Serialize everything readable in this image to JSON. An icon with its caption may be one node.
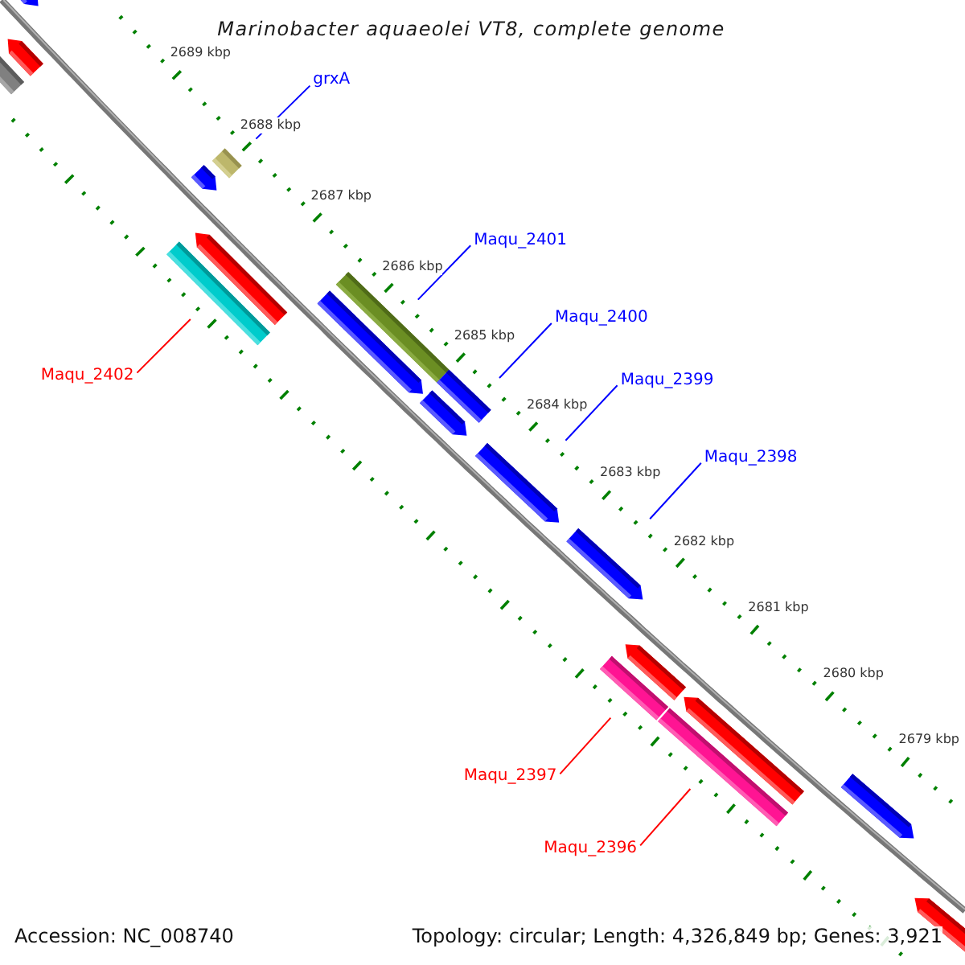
{
  "diagram": {
    "title": "Marinobacter aquaeolei VT8, complete genome",
    "nodes": [
      {
        "text": [],
        "shape": "pentagon"
      },
      {
        "text": [],
        "shape": "pentagon"
      },
      {
        "text": [],
        "shape": "bar"
      },
      {
        "text": [
          "grxA"
        ]
      },
      {
        "text": [],
        "shape": "pentagon"
      },
      {
        "text": [],
        "shape": "bar"
      },
      {
        "text": [],
        "shape": "pentagon"
      },
      {
        "text": [],
        "shape": "bar"
      },
      {
        "text": [
          "Maqu_2401"
        ]
      },
      {
        "text": [],
        "shape": "bar"
      },
      {
        "text": [],
        "shape": "pentagon"
      },
      {
        "text": [
          "Maqu_2400"
        ]
      },
      {
        "text": [
          "Maqu_2402"
        ]
      },
      {
        "text": [],
        "shape": "bar"
      },
      {
        "text": [],
        "shape": "pentagon"
      },
      {
        "text": [
          "Maqu_2399"
        ]
      },
      {
        "text": [],
        "shape": "pentagon"
      },
      {
        "text": [
          "Maqu_2398"
        ]
      },
      {
        "text": [],
        "shape": "pentagon"
      },
      {
        "text": [],
        "shape": "pentagon"
      },
      {
        "text": [],
        "shape": "bar"
      },
      {
        "text": [],
        "shape": "pentagon"
      },
      {
        "text": [],
        "shape": "bar"
      },
      {
        "text": [
          "Maqu_2397"
        ]
      },
      {
        "text": [],
        "shape": "pentagon"
      },
      {
        "text": [
          "Maqu_2396"
        ]
      },
      {
        "text": [],
        "shape": "pentagon"
      }
    ],
    "edges": [
      {
        "from": 3,
        "to": 5,
        "arrow": "none"
      },
      {
        "from": 8,
        "to": 9,
        "arrow": "none"
      },
      {
        "from": 11,
        "to": 13,
        "arrow": "none"
      },
      {
        "from": 12,
        "to": 7,
        "arrow": "none",
        "color": "#ff0000"
      },
      {
        "from": 15,
        "to": 16,
        "arrow": "none"
      },
      {
        "from": 17,
        "to": 18,
        "arrow": "none"
      },
      {
        "from": 23,
        "to": 20,
        "arrow": "none",
        "color": "#ff0000"
      },
      {
        "from": 25,
        "to": 22,
        "arrow": "none",
        "color": "#ff0000"
      }
    ],
    "labels": [
      "2689 kbp",
      "2688 kbp",
      "2687 kbp",
      "2686 kbp",
      "2685 kbp",
      "2684 kbp",
      "2683 kbp",
      "2682 kbp",
      "2681 kbp",
      "2680 kbp",
      "2679 kbp",
      "Accession: NC_008740",
      "Topology: circular; Length: 4,326,849 bp; Genes: 3,921"
    ]
  }
}
